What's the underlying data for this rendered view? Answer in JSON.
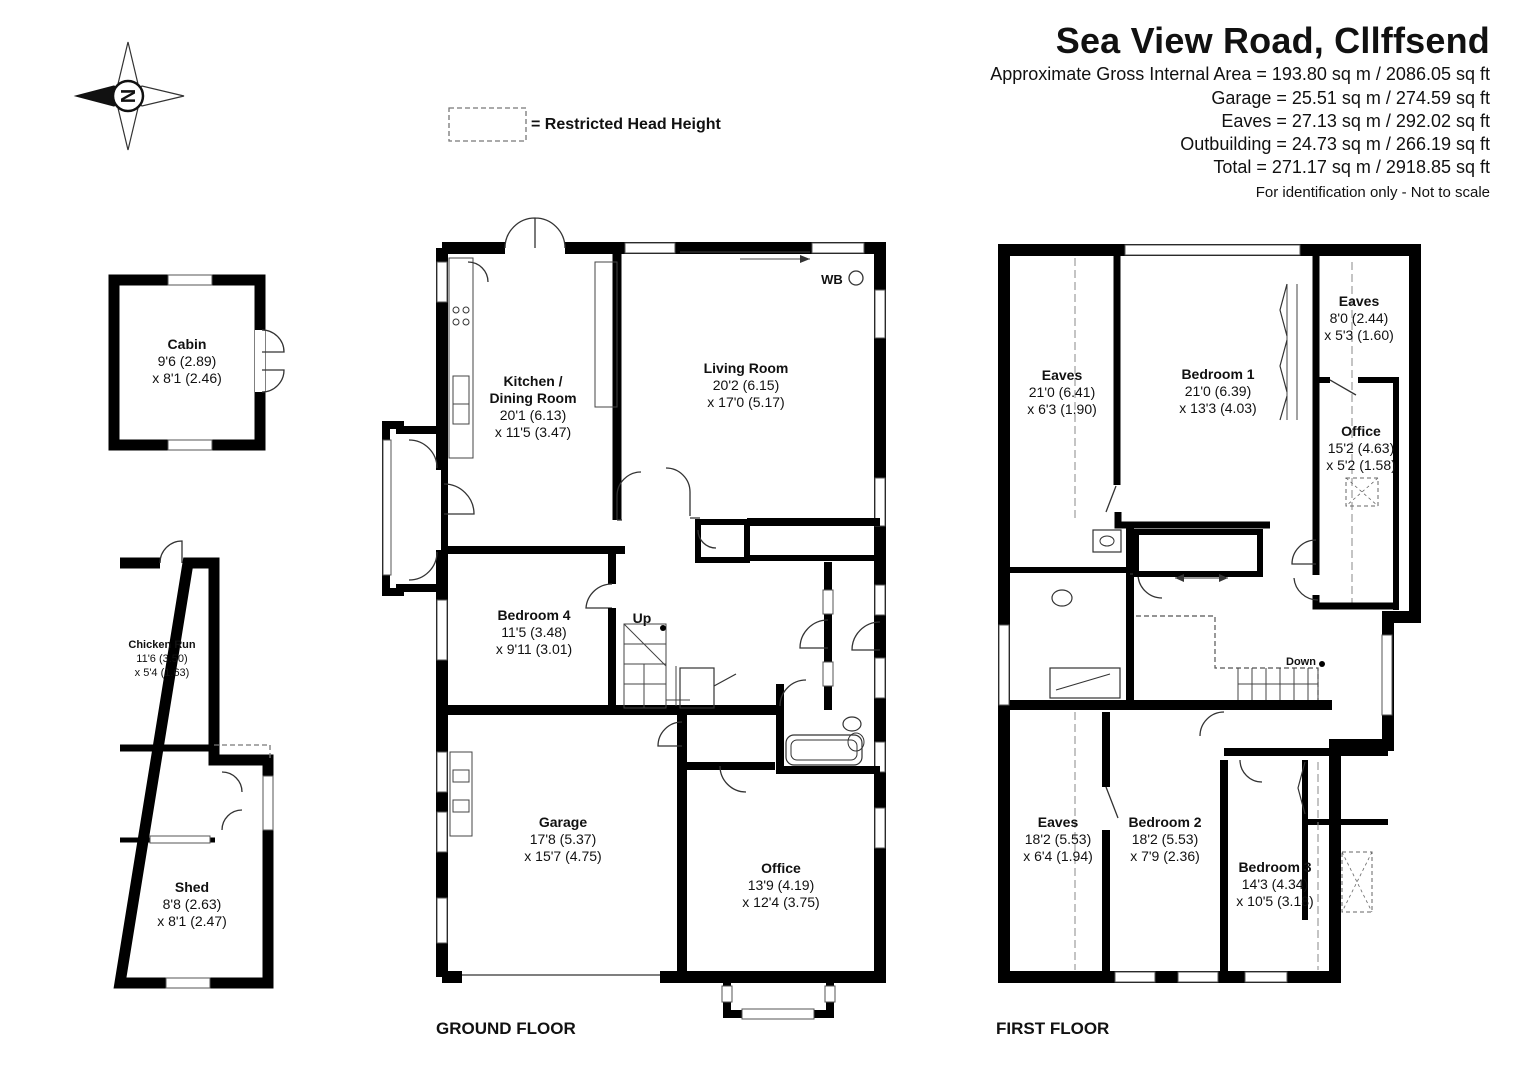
{
  "header": {
    "title": "Sea View Road, Cllffsend",
    "lines": [
      "Approximate Gross Internal Area = 193.80 sq m / 2086.05 sq ft",
      "Garage = 25.51 sq m / 274.59 sq ft",
      "Eaves = 27.13 sq m / 292.02 sq ft",
      "Outbuilding = 24.73 sq m / 266.19 sq ft",
      "Total = 271.17 sq m / 2918.85 sq ft"
    ],
    "disclaimer": "For identification only - Not to scale"
  },
  "legend": {
    "label": "= Restricted Head Height"
  },
  "compass": {
    "letter": "N"
  },
  "floors": {
    "ground": "GROUND FLOOR",
    "first": "FIRST FLOOR"
  },
  "rooms": {
    "cabin": {
      "name": "Cabin",
      "dims": [
        "9'6 (2.89)",
        "x 8'1 (2.46)"
      ]
    },
    "chicken": {
      "name": "Chicken Run",
      "dims": [
        "11'6 (3.50)",
        "x 5'4 (1.63)"
      ]
    },
    "shed": {
      "name": "Shed",
      "dims": [
        "8'8 (2.63)",
        "x 8'1 (2.47)"
      ]
    },
    "kitchen": {
      "name": [
        "Kitchen /",
        "Dining Room"
      ],
      "dims": [
        "20'1 (6.13)",
        "x 11'5 (3.47)"
      ]
    },
    "living": {
      "name": "Living Room",
      "dims": [
        "20'2 (6.15)",
        "x 17'0 (5.17)"
      ]
    },
    "bed4": {
      "name": "Bedroom 4",
      "dims": [
        "11'5 (3.48)",
        "x 9'11 (3.01)"
      ]
    },
    "garage": {
      "name": "Garage",
      "dims": [
        "17'8 (5.37)",
        "x 15'7 (4.75)"
      ]
    },
    "office_g": {
      "name": "Office",
      "dims": [
        "13'9 (4.19)",
        "x 12'4 (3.75)"
      ]
    },
    "eaves_l": {
      "name": "Eaves",
      "dims": [
        "21'0 (6.41)",
        "x 6'3 (1.90)"
      ]
    },
    "bed1": {
      "name": "Bedroom 1",
      "dims": [
        "21'0 (6.39)",
        "x 13'3 (4.03)"
      ]
    },
    "eaves_r": {
      "name": "Eaves",
      "dims": [
        "8'0 (2.44)",
        "x 5'3 (1.60)"
      ]
    },
    "office_f": {
      "name": "Office",
      "dims": [
        "15'2 (4.63)",
        "x 5'2 (1.58)"
      ]
    },
    "eaves_b": {
      "name": "Eaves",
      "dims": [
        "18'2 (5.53)",
        "x 6'4 (1.94)"
      ]
    },
    "bed2": {
      "name": "Bedroom 2",
      "dims": [
        "18'2 (5.53)",
        "x 7'9 (2.36)"
      ]
    },
    "bed3": {
      "name": "Bedroom 3",
      "dims": [
        "14'3 (4.34)",
        "x 10'5 (3.18)"
      ]
    }
  },
  "markers": {
    "up": "Up",
    "down": "Down",
    "wb": "WB"
  }
}
